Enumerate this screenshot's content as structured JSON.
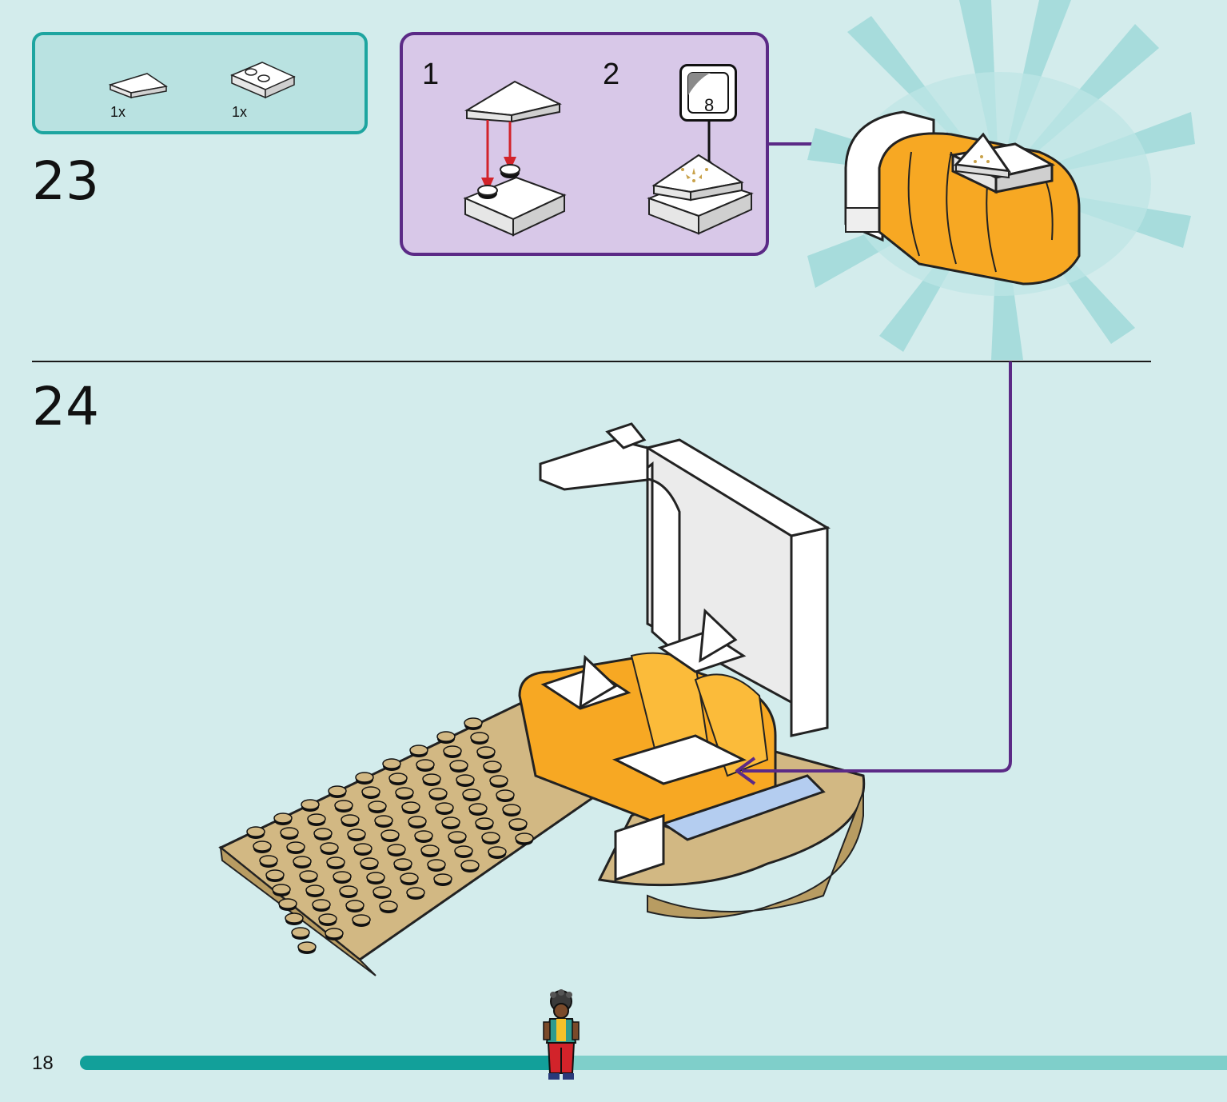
{
  "page": {
    "number": "18",
    "progress_fraction": 0.42
  },
  "step23": {
    "number": "23",
    "parts": [
      {
        "name": "white-wedge-tile",
        "qty": "1x"
      },
      {
        "name": "white-plate-2x2",
        "qty": "1x"
      }
    ],
    "substeps": [
      {
        "number": "1"
      },
      {
        "number": "2",
        "sticker": "8"
      }
    ]
  },
  "step24": {
    "number": "24"
  },
  "colors": {
    "background": "#d3ecec",
    "parts_border": "#1ea5a0",
    "parts_fill": "#b9e2e1",
    "substep_border": "#5b2a86",
    "substep_fill": "#d8c8e8",
    "arrow": "#5b2a86",
    "brick_orange": "#f7a823",
    "baseplate_tan": "#d2b883",
    "progress_done": "#12a09a",
    "progress_remaining": "#7fcfca"
  }
}
